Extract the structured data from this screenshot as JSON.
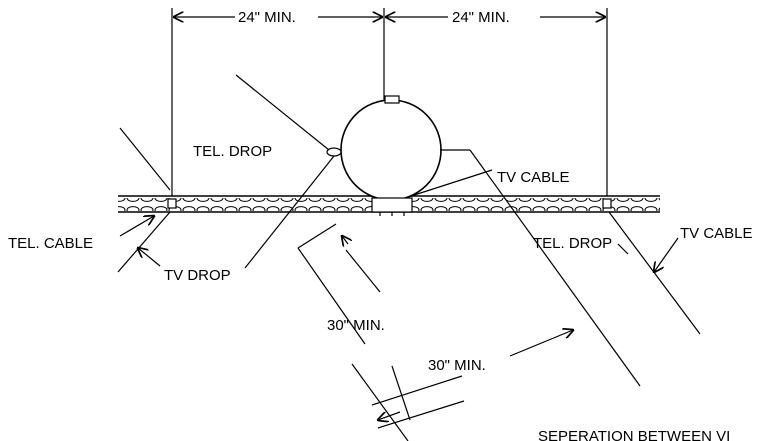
{
  "labels": {
    "dim_left": "24\" MIN.",
    "dim_right": "24\" MIN.",
    "tel_drop_left": "TEL. DROP",
    "tv_cable_upper": "TV CABLE",
    "tel_cable": "TEL. CABLE",
    "tv_drop": "TV DROP",
    "tel_drop_right": "TEL. DROP",
    "tv_cable_right": "TV CABLE",
    "min_30_upper": "30\" MIN.",
    "min_30_lower": "30\" MIN.",
    "caption": "SEPERATION BETWEEN VI"
  },
  "colors": {
    "line": "#000000",
    "background": "#ffffff"
  }
}
